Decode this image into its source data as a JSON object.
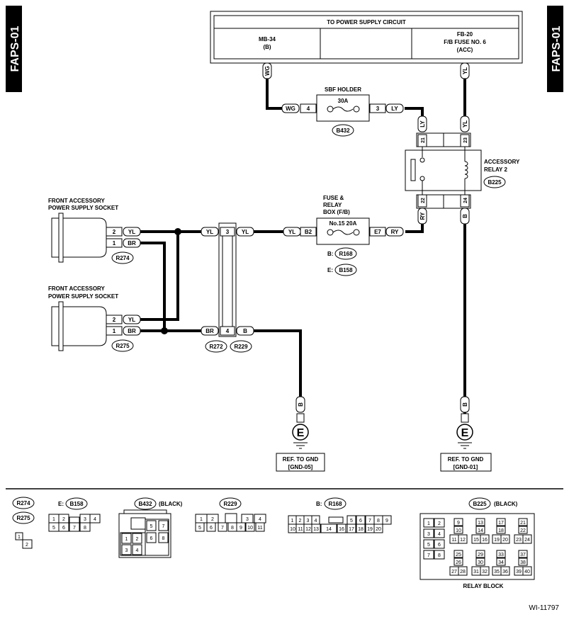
{
  "page_code": "FAPS-01",
  "figure_id": "WI-11797",
  "power": {
    "title": "TO POWER SUPPLY CIRCUIT",
    "left_name": "MB-34",
    "left_sub": "(B)",
    "right_name": "FB-20",
    "right_sub": "F/B FUSE NO. 6",
    "right_sub2": "(ACC)"
  },
  "sbf": {
    "title": "SBF HOLDER",
    "rating": "30A",
    "connector": "B432",
    "pin_in": "4",
    "pin_out": "3"
  },
  "relay": {
    "title1": "ACCESSORY",
    "title2": "RELAY 2",
    "connector": "B225",
    "pins": [
      "21",
      "23",
      "22",
      "24"
    ]
  },
  "fuse_box": {
    "title1": "FUSE &",
    "title2": "RELAY",
    "title3": "BOX (F/B)",
    "fuse": "No.15 20A",
    "pin_in": "B2",
    "pin_out": "E7",
    "b_label": "B:",
    "b_conn": "R168",
    "e_label": "E:",
    "e_conn": "B158"
  },
  "sockets": [
    {
      "title1": "FRONT ACCESSORY",
      "title2": "POWER SUPPLY SOCKET",
      "connector": "R274",
      "pins": [
        {
          "num": "2",
          "wire": "YL"
        },
        {
          "num": "1",
          "wire": "BR"
        }
      ]
    },
    {
      "title1": "FRONT ACCESSORY",
      "title2": "POWER SUPPLY SOCKET",
      "connector": "R275",
      "pins": [
        {
          "num": "2",
          "wire": "YL"
        },
        {
          "num": "1",
          "wire": "BR"
        }
      ]
    }
  ],
  "joint": {
    "pin_top": "3",
    "pin_bottom": "4",
    "conn_left": "R272",
    "conn_right": "R229"
  },
  "wires": {
    "WG": "WG",
    "YL": "YL",
    "LY": "LY",
    "RY": "RY",
    "B": "B",
    "BR": "BR"
  },
  "grounds": [
    {
      "symbol": "E",
      "ref1": "REF. TO GND",
      "ref2": "[GND-05]"
    },
    {
      "symbol": "E",
      "ref1": "REF. TO GND",
      "ref2": "[GND-01]"
    }
  ],
  "legend": {
    "r274": "R274",
    "r275": "R275",
    "r274_pins": [
      "1",
      "2"
    ],
    "b158_prefix": "E:",
    "b158": "B158",
    "b158_pins": [
      "1",
      "2",
      "3",
      "4",
      "5",
      "6",
      "7",
      "8"
    ],
    "b432": "B432",
    "b432_color": "(BLACK)",
    "b432_pins": [
      "1",
      "2",
      "3",
      "4",
      "5",
      "6",
      "7",
      "8"
    ],
    "r229": "R229",
    "r229_pins": [
      "1",
      "2",
      "3",
      "4",
      "5",
      "6",
      "7",
      "8",
      "9",
      "10",
      "11"
    ],
    "r168_prefix": "B:",
    "r168": "R168",
    "r168_pins": [
      "1",
      "2",
      "3",
      "4",
      "5",
      "6",
      "7",
      "8",
      "9",
      "10",
      "11",
      "12",
      "13",
      "14",
      "15",
      "16",
      "17",
      "18",
      "19",
      "20"
    ],
    "b225": "B225",
    "b225_color": "(BLACK)",
    "b225_pins": [
      "1",
      "2",
      "3",
      "4",
      "5",
      "6",
      "7",
      "8",
      "9",
      "10",
      "11",
      "12",
      "13",
      "14",
      "15",
      "16",
      "17",
      "18",
      "19",
      "20",
      "21",
      "22",
      "23",
      "24",
      "25",
      "26",
      "27",
      "28",
      "29",
      "30",
      "31",
      "32",
      "33",
      "34",
      "35",
      "36",
      "37",
      "38",
      "39",
      "40"
    ],
    "relay_block": "RELAY BLOCK"
  }
}
